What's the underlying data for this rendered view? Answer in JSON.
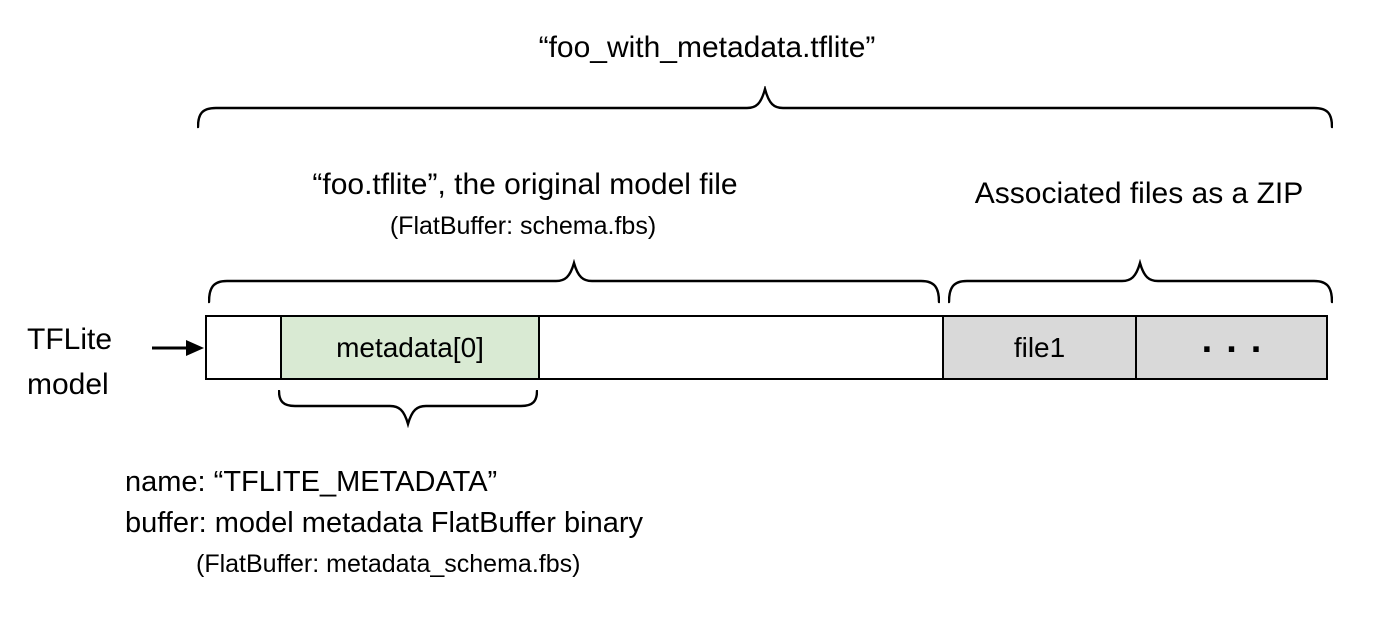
{
  "title": "“foo_with_metadata.tflite”",
  "model_file": {
    "label": "“foo.tflite”, the original model file",
    "sublabel": "(FlatBuffer: schema.fbs)"
  },
  "associated_files": {
    "label": "Associated files as a ZIP"
  },
  "tflite_model": {
    "line1": "TFLite",
    "line2": "model"
  },
  "bar_segments": [
    {
      "label": ""
    },
    {
      "label": "metadata[0]"
    },
    {
      "label": ""
    },
    {
      "label": "file1"
    },
    {
      "label": "..."
    }
  ],
  "metadata_details": {
    "line1": "name: “TFLITE_METADATA”",
    "line2": "buffer: model metadata FlatBuffer binary",
    "line3": "(FlatBuffer: metadata_schema.fbs)"
  },
  "colors": {
    "metadata_fill": "#d9ead3",
    "associated_fill": "#d9d9d9",
    "stroke": "#000000",
    "background": "#ffffff"
  }
}
